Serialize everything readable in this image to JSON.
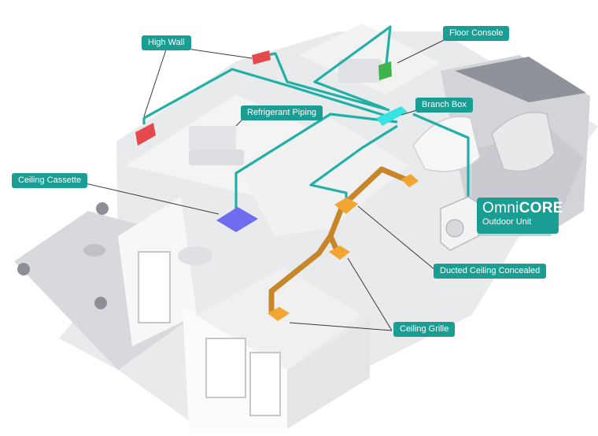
{
  "labels": {
    "high_wall": "High Wall",
    "floor_console": "Floor Console",
    "branch_box": "Branch Box",
    "refrigerant_piping": "Refrigerant Piping",
    "ceiling_cassette": "Ceiling Cassette",
    "ducted_ceiling_concealed": "Ducted Ceiling Concealed",
    "ceiling_grille": "Ceiling Grille"
  },
  "outdoor": {
    "brand_thin": "Omni",
    "brand_bold": "CORE",
    "subtitle": "Outdoor Unit"
  },
  "colors": {
    "accent": "#1a9e94",
    "pipe": "#22b0a6",
    "duct": "#c8862a",
    "high_wall_unit": "#e5484d",
    "floor_console_unit": "#3db54a",
    "branch_box_unit": "#37e3e0",
    "cassette_unit": "#6f6cf0",
    "duct_outlet": "#f2a531"
  }
}
